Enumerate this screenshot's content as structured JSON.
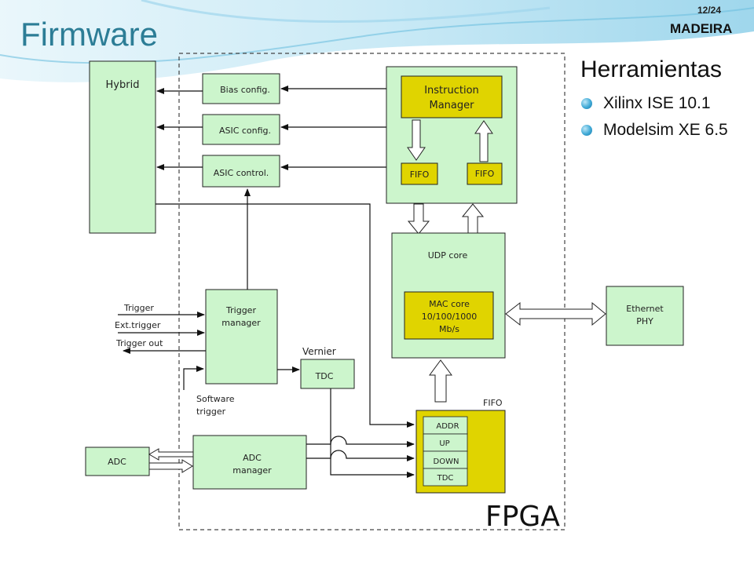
{
  "slide": {
    "title": "Firmware",
    "page": "12/24",
    "brand": "MADEIRA",
    "colors": {
      "title": "#2c7d96",
      "block_fill": "#ccf5cc",
      "highlight_fill": "#e0d400"
    }
  },
  "tools": {
    "title": "Herramientas",
    "items": [
      "Xilinx ISE 10.1",
      "Modelsim XE 6.5"
    ]
  },
  "diagram": {
    "fpga_label": "FPGA",
    "hybrid": "Hybrid",
    "bias_config": "Bias config.",
    "asic_config": "ASIC config.",
    "asic_control": "ASIC control.",
    "instruction_manager": [
      "Instruction",
      "Manager"
    ],
    "fifo_in": "FIFO",
    "fifo_out": "FIFO",
    "udp_core": "UDP core",
    "mac_core": [
      "MAC core",
      "10/100/1000",
      "Mb/s"
    ],
    "ethernet_phy": [
      "Ethernet",
      "PHY"
    ],
    "trigger_manager": [
      "Trigger",
      "manager"
    ],
    "trigger": "Trigger",
    "ext_trigger": "Ext.trigger",
    "trigger_out": "Trigger out",
    "software_trigger": [
      "Software",
      "trigger"
    ],
    "vernier": "Vernier",
    "tdc": "TDC",
    "adc": "ADC",
    "adc_manager": [
      "ADC",
      "manager"
    ],
    "fifo_bottom": "FIFO",
    "fifo_fields": [
      "ADDR",
      "UP",
      "DOWN",
      "TDC"
    ]
  }
}
